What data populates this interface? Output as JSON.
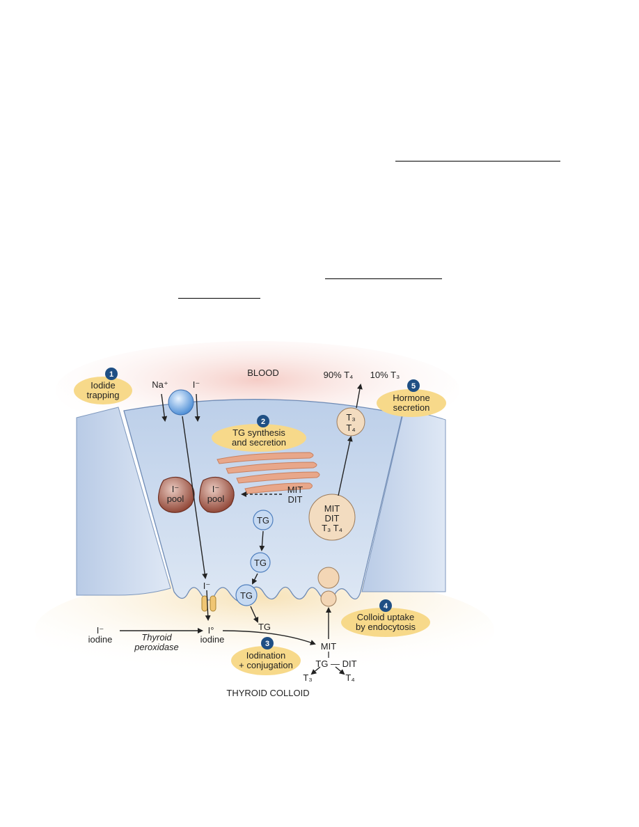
{
  "diagram": {
    "header": {
      "blood": "BLOOD",
      "output_t4": "90% T₄",
      "output_t3": "10% T₃",
      "colloid": "THYROID COLLOID"
    },
    "steps": [
      {
        "num": "1",
        "line1": "Iodide",
        "line2": "trapping"
      },
      {
        "num": "2",
        "line1": "TG synthesis",
        "line2": "and secretion"
      },
      {
        "num": "3",
        "line1": "Iodination",
        "line2": "+ conjugation"
      },
      {
        "num": "4",
        "line1": "Colloid uptake",
        "line2": "by endocytosis"
      },
      {
        "num": "5",
        "line1": "Hormone",
        "line2": "secretion"
      }
    ],
    "ions": {
      "sodium": "Na⁺",
      "iodide": "I⁻",
      "iodide_membrane": "I⁻"
    },
    "pools": [
      {
        "line1": "I⁻",
        "line2": "pool"
      },
      {
        "line1": "I⁻",
        "line2": "pool"
      }
    ],
    "mit_dit_side": {
      "line1": "MIT",
      "line2": "DIT"
    },
    "tg": "TG",
    "storage_vesicle": {
      "line1": "MIT",
      "line2": "DIT",
      "line3": "T₃ T₄"
    },
    "secretory_vesicle": {
      "line1": "T₃",
      "line2": "T₄"
    },
    "bottom": {
      "iodide_left": "I⁻",
      "iodine_left": "iodine",
      "enzyme_line1": "Thyroid",
      "enzyme_line2": "peroxidase",
      "iodine_mid_sym": "I°",
      "iodine_mid": "iodine",
      "tg_colloid": "TG",
      "complex_mit": "MIT",
      "complex_bar": "I",
      "complex_tg_dit": "TG — DIT",
      "complex_t3": "T₃",
      "complex_t4": "T₄"
    }
  }
}
